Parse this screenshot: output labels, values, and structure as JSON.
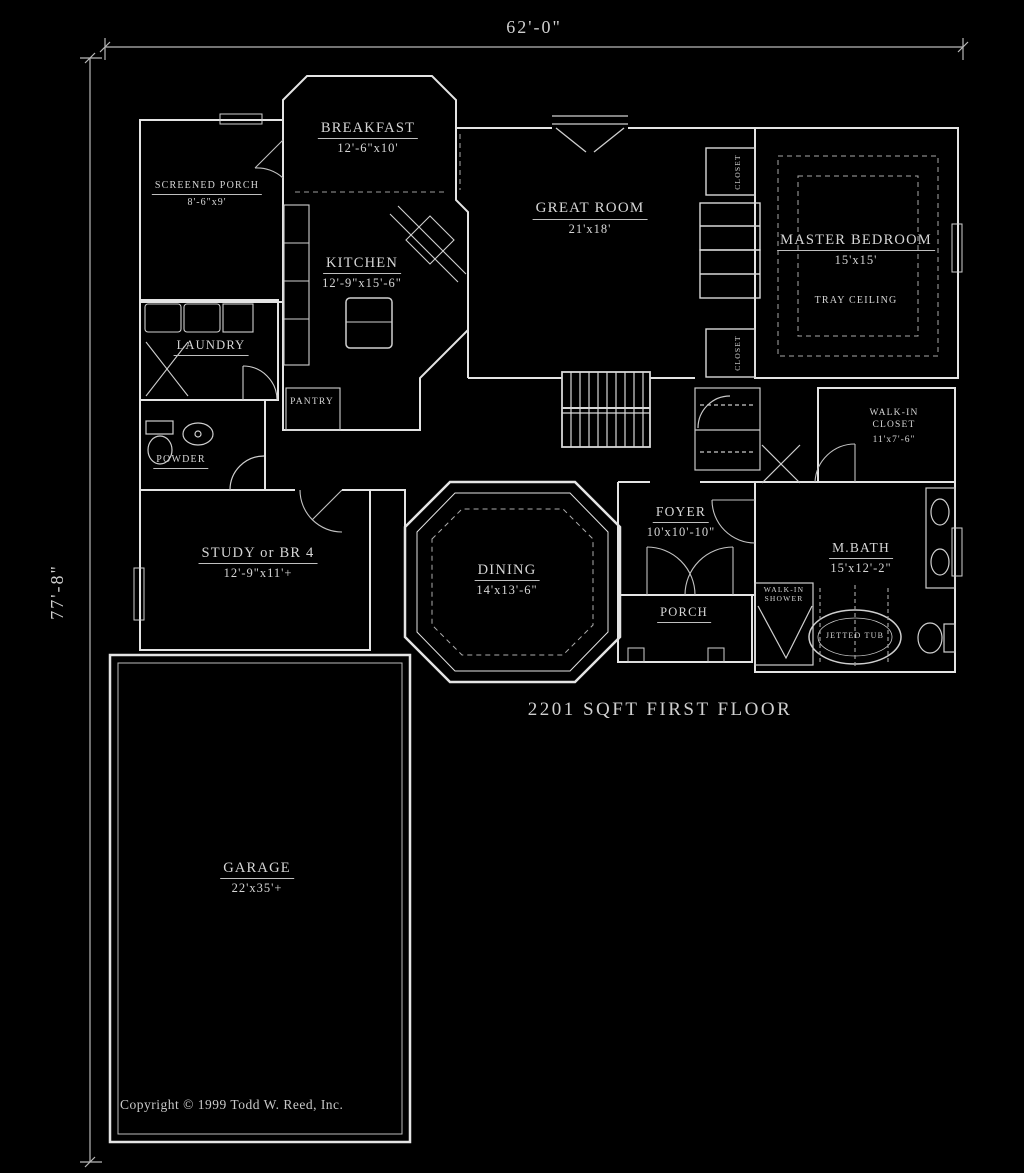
{
  "drawing": {
    "overall_width": "62'-0\"",
    "overall_height": "77'-8\"",
    "floor_title": "2201 SQFT FIRST FLOOR",
    "copyright": "Copyright © 1999 Todd W. Reed, Inc."
  },
  "rooms": {
    "breakfast": {
      "name": "BREAKFAST",
      "size": "12'-6\"x10'"
    },
    "great_room": {
      "name": "GREAT ROOM",
      "size": "21'x18'"
    },
    "master_bedroom": {
      "name": "MASTER BEDROOM",
      "size": "15'x15'",
      "ceiling": "TRAY CEILING"
    },
    "screened_porch": {
      "name": "SCREENED PORCH",
      "size": "8'-6\"x9'"
    },
    "kitchen": {
      "name": "KITCHEN",
      "size": "12'-9\"x15'-6\""
    },
    "laundry": {
      "name": "LAUNDRY"
    },
    "powder": {
      "name": "POWDER"
    },
    "pantry": {
      "name": "PANTRY"
    },
    "study": {
      "name": "STUDY or BR 4",
      "size": "12'-9\"x11'+"
    },
    "dining": {
      "name": "DINING",
      "size": "14'x13'-6\""
    },
    "foyer": {
      "name": "FOYER",
      "size": "10'x10'-10\""
    },
    "porch": {
      "name": "PORCH"
    },
    "walk_in_closet": {
      "name": "WALK-IN CLOSET",
      "size": "11'x7'-6\""
    },
    "master_bath": {
      "name": "M.BATH",
      "size": "15'x12'-2\""
    },
    "walk_in_shower": {
      "name": "WALK-IN SHOWER"
    },
    "jetted_tub": {
      "name": "JETTED TUB"
    },
    "garage": {
      "name": "GARAGE",
      "size": "22'x35'+"
    },
    "closet_top": {
      "name": "CLOSET"
    },
    "closet_bottom": {
      "name": "CLOSET"
    }
  },
  "colors": {
    "background": "#000000",
    "line": "#e4e4e4",
    "text": "#d6d6d6"
  }
}
